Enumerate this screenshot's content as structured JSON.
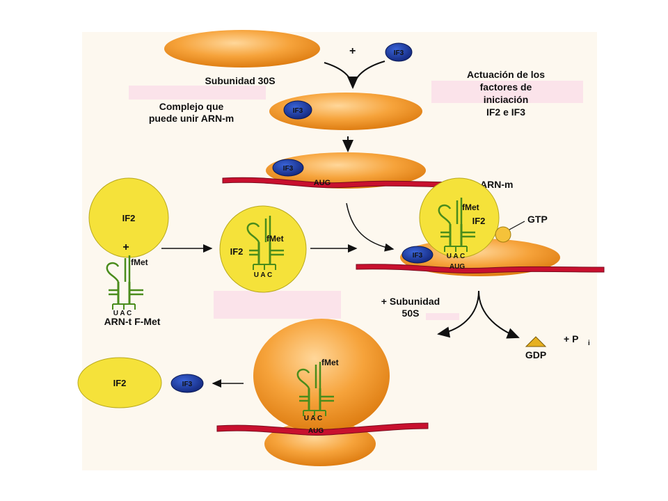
{
  "labels": {
    "subunit_30s": "Subunidad 30S",
    "complex": [
      "Complejo que",
      "puede unir ARN-m"
    ],
    "action": [
      "Actuación de los",
      "factores de",
      "iniciación",
      "IF2 e IF3"
    ],
    "mrna": "ARN-m",
    "gtp": "GTP",
    "trna": "ARN-t F-Met",
    "subunit_50s": [
      "+ Subunidad",
      "50S"
    ],
    "gdp": "GDP",
    "pi_plus": "+ P",
    "pi_sub": "i",
    "plus": "+"
  },
  "factors": {
    "if2": "IF2",
    "if3": "IF3"
  },
  "trna": {
    "amino": "fMet",
    "anticodon": "U A C"
  },
  "mrna_codon": "AUG",
  "colors": {
    "ribosome": "#f5a33c",
    "if2": "#f5e23a",
    "if3": "#1f3fa8",
    "mrna": "#c8102e",
    "trna": "#4a8c1c",
    "highlight": "#fbe3ea"
  }
}
